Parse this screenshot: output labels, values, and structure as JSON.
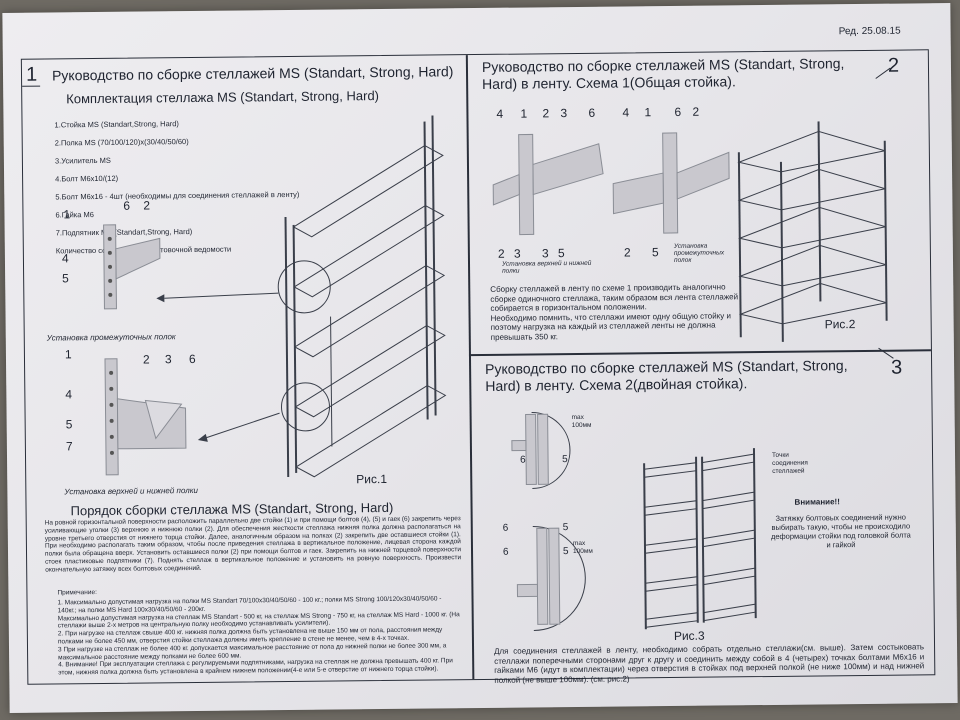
{
  "header": {
    "revision": "Ред. 25.08.15"
  },
  "section1": {
    "number": "1",
    "title": "Руководство по сборке стеллажей MS (Standart, Strong, Hard)",
    "kit_title": "Комплектация стеллажа MS (Standart, Strong, Hard)",
    "kit_items": [
      "1.Стойка MS (Standart,Strong, Hard)",
      "2.Полка MS (70/100/120)х(30/40/50/60)",
      "3.Усилитель MS",
      "4.Болт М6х10/(12)",
      "5.Болт М6х16 - 4шт (необходимы для соединения стеллажей в ленту)",
      "6.Гайка М6",
      "7.Подпятник MS (Standart,Strong, Hard)"
    ],
    "kit_note": "Количество согласно комплектовочной ведомости",
    "labels_top": [
      "1",
      "6",
      "2",
      "4",
      "5"
    ],
    "caption_middle": "Установка промежуточных полок",
    "labels_bottom": [
      "1",
      "2",
      "3",
      "6",
      "4",
      "5",
      "7"
    ],
    "caption_bottom": "Установка верхней и нижней полки",
    "figure_caption": "Рис.1",
    "order_title": "Порядок сборки стеллажа MS (Standart, Strong, Hard)",
    "order_text": "На ровной горизонтальной поверхности расположить параллельно две стойки (1) и при помощи болтов (4), (5) и гаек (6) закрепить через усиливающие уголки (3) верхнюю и нижнюю полки (2). Для обеспечения жесткости стеллажа нижняя полка должна располагаться на уровне третьего отверстия от нижнего торца стойки. Далее, аналогичным образом на полках (2) закрепить две оставшиеся стойки (1). При необходимо располагать таким образом, чтобы после приведения стеллажа в вертикальное положение, лицевая сторона каждой полки была обращена вверх. Установить оставшиеся полки (2) при помощи болтов и гаек. Закрепить на нижней торцевой поверхности стоек пластиковые подпятники (7). Поднять стеллаж в вертикальное положение и установить на ровную поверхность. Произвести окончательную затяжку всех болтовых соединений.",
    "notes_title": "Примечание:",
    "notes": "1. Максимально допустимая нагрузка на полки MS Standart 70/100х30/40/50/60 - 100 кг.; полки MS Strong 100/120х30/40/50/60 - 140кг.; на полки MS Hard 100х30/40/50/60 - 200кг.\nМаксимально допустимая нагрузка на стеллаж MS Standart - 500 кг, на стеллаж MS Strong - 750 кг, на стеллаж MS Hard - 1000 кг. (На стеллажи выше 2-х метров на центральную полку необходимо устанавливать усилители).\n2. При нагрузке на стеллаж свыше 400 кг. нижняя полка должна быть установлена не выше 150 мм от пола, расстояния между полками не более 450 мм, отверстия стойки стеллажа должны иметь крепление в стене не менее, чем в 4-х точках.\n3 При нагрузке на стеллаж не более 400 кг. допускается максимальное расстояние от пола до нижней полки не более 300 мм, а максимальное расстояние между полками не более 600 мм.\n4. Внимание! При эксплуатации стеллажа с регулируемыми подпятниками, нагрузка на стеллаж не должна превышать 400 кг. При этом, нижняя полка должна быть установлена в крайнем нижнем положении(4-е или 5-е отверстие от нижнего торца стойки)."
  },
  "section2": {
    "number": "2",
    "title": "Руководство по сборке стеллажей MS (Standart, Strong, Hard) в ленту. Схема 1(Общая стойка).",
    "labels_a_top": [
      "4",
      "1",
      "2",
      "3",
      "6"
    ],
    "labels_a_bottom": [
      "2",
      "3",
      "3",
      "5"
    ],
    "caption_a": "Установка верхней и нижней полки",
    "labels_b_top": [
      "4",
      "1",
      "6",
      "2"
    ],
    "labels_b_bottom": [
      "2",
      "5"
    ],
    "caption_b": "Установка промежуточных полок",
    "text": "Сборку стеллажей в ленту по схеме 1 производить аналогично сборке одиночного стеллажа, таким образом вся лента стеллажей собирается в горизонтальном положении.\nНеобходимо помнить, что стеллажи имеют одну общую стойку и поэтому нагрузка на каждый из стеллажей ленты не должна превышать 350 кг.",
    "figure_caption": "Рис.2"
  },
  "section3": {
    "number": "3",
    "title": "Руководство по сборке стеллажей MS (Standart, Strong, Hard) в ленту. Схема 2(двойная стойка).",
    "labels_top": [
      "6",
      "5"
    ],
    "max_label_top": "max\n100мм",
    "labels_bottom": [
      "6",
      "5",
      "6",
      "5"
    ],
    "max_label_bottom": "max\n100мм",
    "points_note": "Точки\nсоединения\nстеллажей",
    "attention_title": "Внимание!!",
    "attention_text": "Затяжку болтовых соединений нужно выбирать такую, чтобы не происходило деформации стойки под головкой болта и гайкой",
    "figure_caption": "Рис.3",
    "text": "Для соединения стеллажей в ленту, необходимо собрать отдельно стеллажи(см. выше). Затем состыковать стеллажи поперечными сторонами друг к другу и соединить между собой в 4 (четырех) точках болтами М6х16 и гайками М6 (идут в комплектации) через отверстия в стойках под верхней полкой (не ниже 100мм) и над нижней полкой (не выше 100мм). (см. рис.2)"
  }
}
